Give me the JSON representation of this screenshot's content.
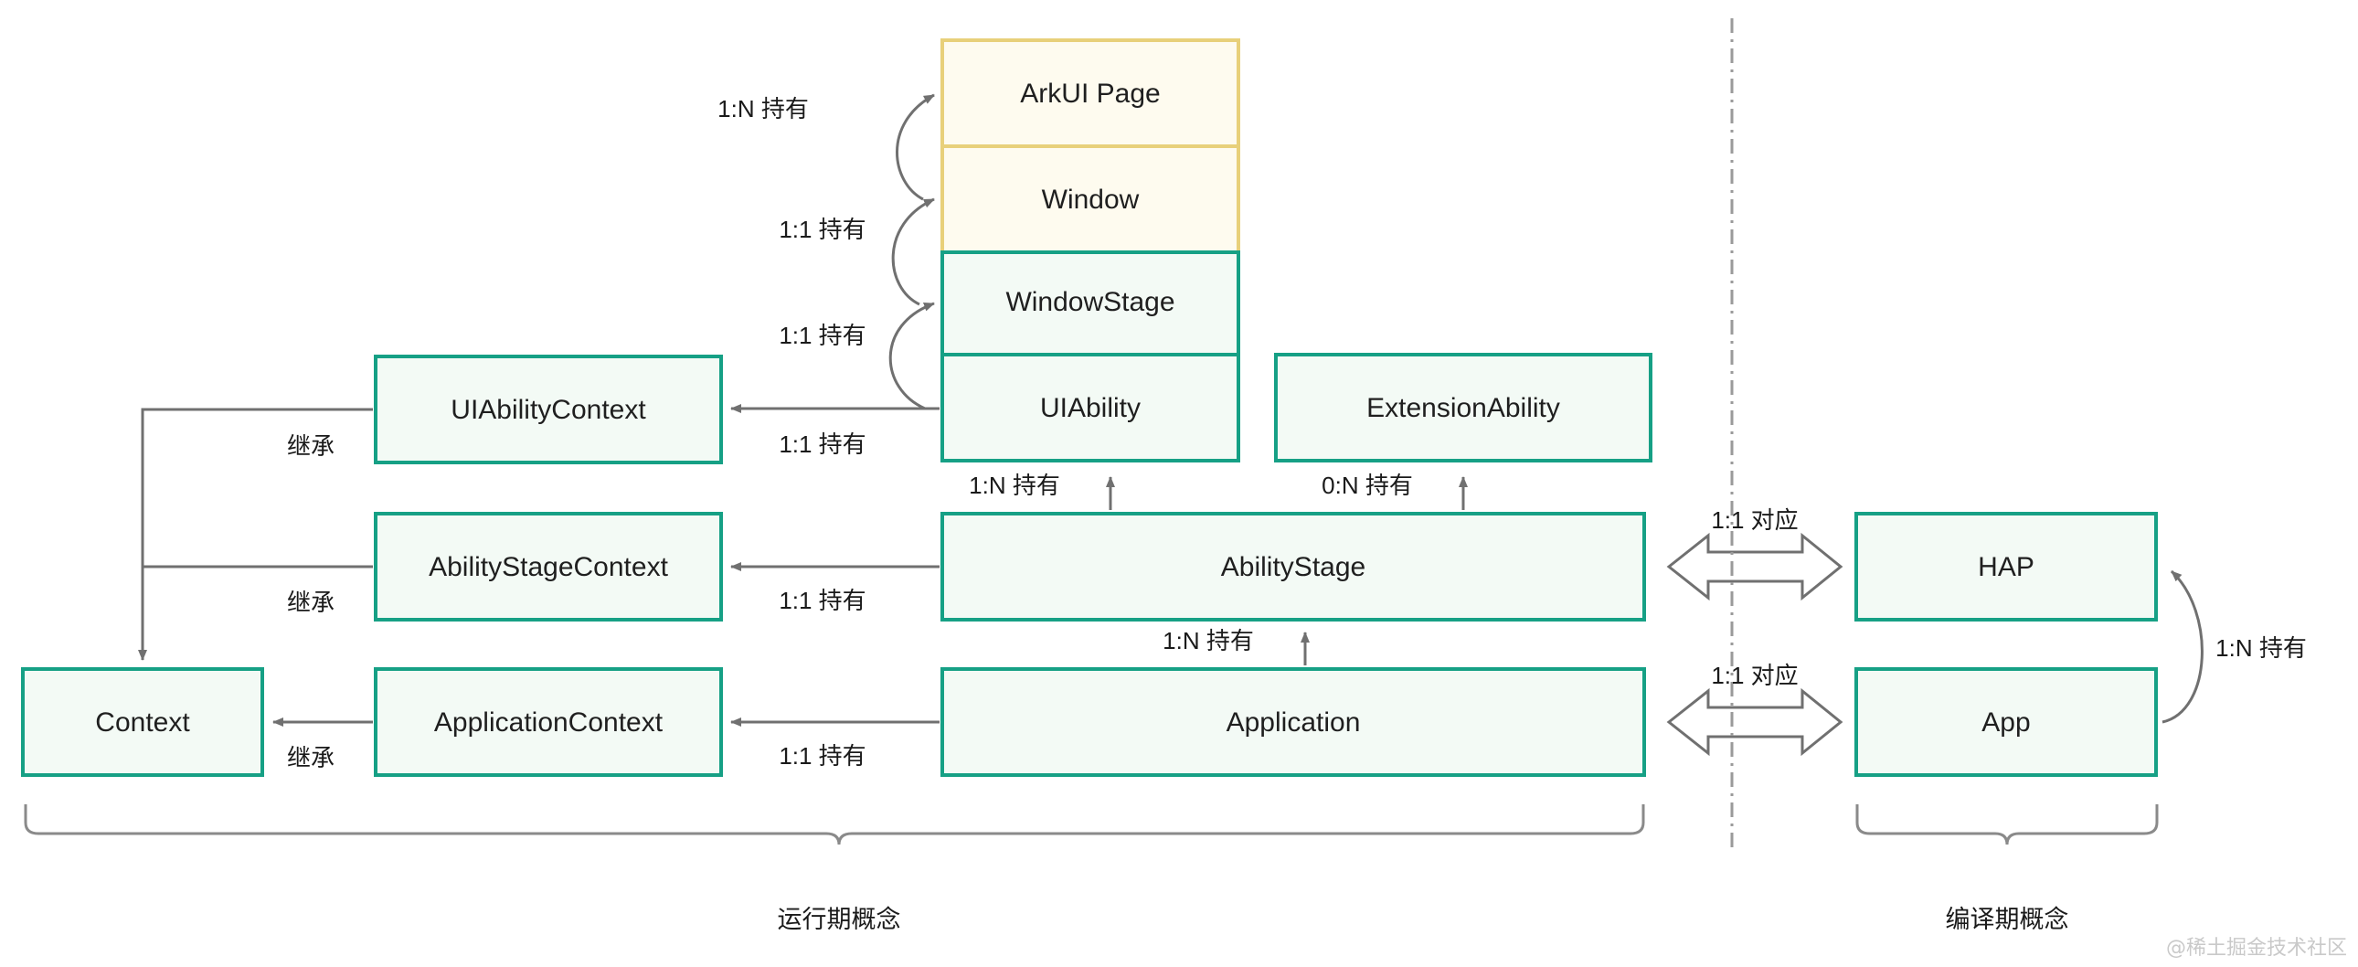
{
  "diagram": {
    "title": "HarmonyOS Stage model concepts",
    "colors": {
      "green_border": "#16a085",
      "green_fill": "#f3faf5",
      "yellow_border": "#e8d07a",
      "yellow_fill": "#fefbef",
      "arrow": "#707070",
      "text": "#1f1f1f",
      "divider": "#9a9a9a",
      "watermark": "#c9c9c9"
    },
    "boxes": {
      "arkui_page": "ArkUI Page",
      "window": "Window",
      "window_stage": "WindowStage",
      "ui_ability": "UIAbility",
      "extension_ability": "ExtensionAbility",
      "ui_ability_context": "UIAbilityContext",
      "ability_stage_context": "AbilityStageContext",
      "application_context": "ApplicationContext",
      "context": "Context",
      "ability_stage": "AbilityStage",
      "application": "Application",
      "hap": "HAP",
      "app": "App"
    },
    "edges": {
      "page_from_window": "1:N 持有",
      "window_from_windowstage": "1:1 持有",
      "windowstage_from_uiability": "1:1 持有",
      "uiabilitycontext_from_uiability": "1:1 持有",
      "uiabilitycontext_inherits": "继承",
      "abilitystagecontext_inherits": "继承",
      "applicationcontext_inherits": "继承",
      "abilitystage_holds_uiability": "1:N 持有",
      "abilitystage_holds_extensionability": "0:N 持有",
      "abilitystagecontext_from_abilitystage": "1:1 持有",
      "application_holds_abilitystage": "1:N 持有",
      "applicationcontext_from_application": "1:1 持有",
      "abilitystage_hap": "1:1 对应",
      "application_app": "1:1 对应",
      "app_holds_hap": "1:N 持有"
    },
    "groups": {
      "runtime": "运行期概念",
      "compile": "编译期概念"
    },
    "watermark": "@稀土掘金技术社区"
  }
}
